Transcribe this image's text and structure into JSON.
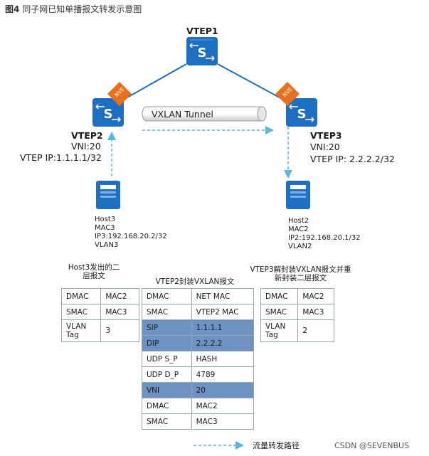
{
  "title_prefix": "图4",
  "title_text": "同子网已知单播报文转发示意图",
  "vtep1": {
    "name": "VTEP1"
  },
  "vtep2": {
    "name": "VTEP2",
    "vni": "VNI:20",
    "ip": "VTEP IP:1.1.1.1/32",
    "nve": "NVE"
  },
  "vtep3": {
    "name": "VTEP3",
    "vni": "VNI:20",
    "ip": "VTEP IP: 2.2.2.2/32",
    "nve": "NVE"
  },
  "tunnel_label": "VXLAN Tunnel",
  "host3": {
    "name": "Host3",
    "mac": "MAC3",
    "ip": "IP3:192.168.20.2/32",
    "vlan": "VLAN3"
  },
  "host2": {
    "name": "Host2",
    "mac": "MAC2",
    "ip": "IP2:192.168.20.1/32",
    "vlan": "VLAN2"
  },
  "table_left": {
    "title": "Host3发出的二\n层报文",
    "rows": [
      [
        "DMAC",
        "MAC2"
      ],
      [
        "SMAC",
        "MAC3"
      ],
      [
        "VLAN\nTag",
        "3"
      ]
    ]
  },
  "table_mid": {
    "title": "VTEP2封装VXLAN报文",
    "rows": [
      [
        "DMAC",
        "NET MAC"
      ],
      [
        "SMAC",
        "VTEP2 MAC"
      ],
      [
        "SIP",
        "1.1.1.1"
      ],
      [
        "DIP",
        "2.2.2.2"
      ],
      [
        "UDP S_P",
        "HASH"
      ],
      [
        "UDP D_P",
        "4789"
      ],
      [
        "VNI",
        "20"
      ],
      [
        "DMAC",
        "MAC2"
      ],
      [
        "SMAC",
        "MAC3"
      ]
    ],
    "highlight_rows": [
      2,
      3,
      6
    ],
    "highlight_color": "#6d93c2"
  },
  "table_right": {
    "title": "VTEP3解封装VXLAN报文并重\n新封装二层报文",
    "rows": [
      [
        "DMAC",
        "MAC2"
      ],
      [
        "SMAC",
        "MAC3"
      ],
      [
        "VLAN\nTag",
        "2"
      ]
    ]
  },
  "legend": {
    "label": "流量转发路径"
  },
  "watermark": "CSDN @SEVENBUS",
  "colors": {
    "switch": "#1d6fc4",
    "nve": "#e8701a",
    "link": "#1d6fc4",
    "flow": "#55b8e0"
  }
}
